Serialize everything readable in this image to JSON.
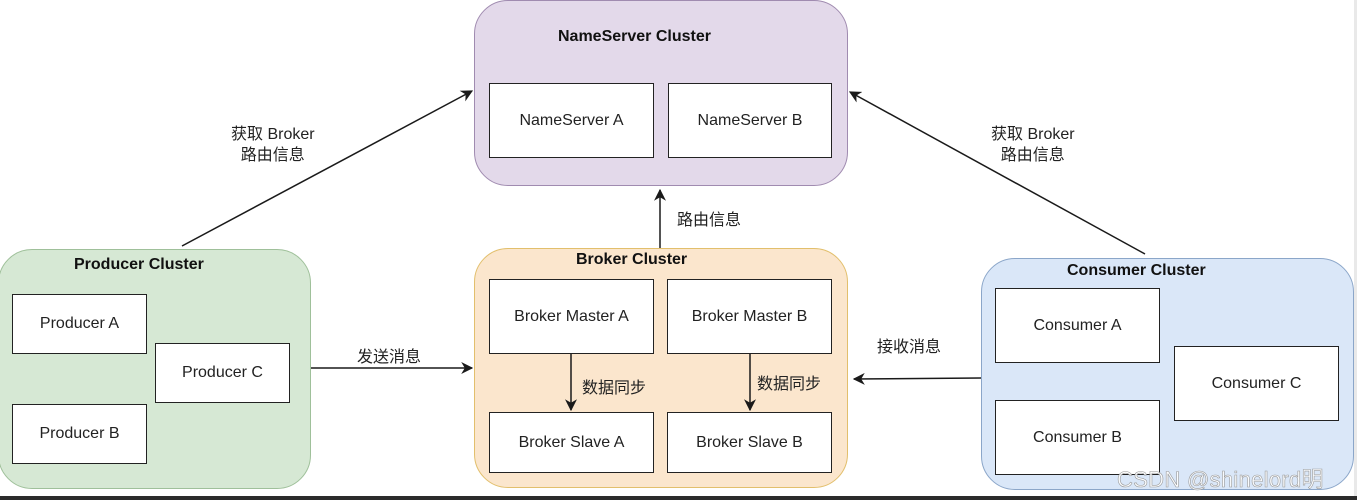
{
  "colors": {
    "nameserver_fill": "#e3d9ea",
    "nameserver_border": "#a08bb0",
    "producer_fill": "#d6e8d4",
    "producer_border": "#9fc09a",
    "broker_fill": "#fbe6cd",
    "broker_border": "#e2bf6c",
    "consumer_fill": "#dae7f8",
    "consumer_border": "#8ba6c9",
    "arrow": "#1a1a1a"
  },
  "nameserver_cluster": {
    "title": "NameServer Cluster",
    "nodes": [
      "NameServer A",
      "NameServer B"
    ]
  },
  "producer_cluster": {
    "title": "Producer Cluster",
    "nodes": [
      "Producer  A",
      "Producer  B",
      "Producer  C"
    ]
  },
  "broker_cluster": {
    "title": "Broker Cluster",
    "masters": [
      "Broker Master A",
      "Broker Master B"
    ],
    "slaves": [
      "Broker Slave A",
      "Broker Slave B"
    ],
    "sync_label": "数据同步"
  },
  "consumer_cluster": {
    "title": "Consumer Cluster",
    "nodes": [
      "Consumer A",
      "Consumer B",
      "Consumer C"
    ]
  },
  "edges": {
    "producer_to_nameserver": [
      "获取 Broker",
      "路由信息"
    ],
    "consumer_to_nameserver": [
      "获取 Broker",
      "路由信息"
    ],
    "broker_to_nameserver": "路由信息",
    "producer_to_broker": "发送消息",
    "broker_to_consumer": "接收消息"
  },
  "watermark": "CSDN @shinelord明"
}
